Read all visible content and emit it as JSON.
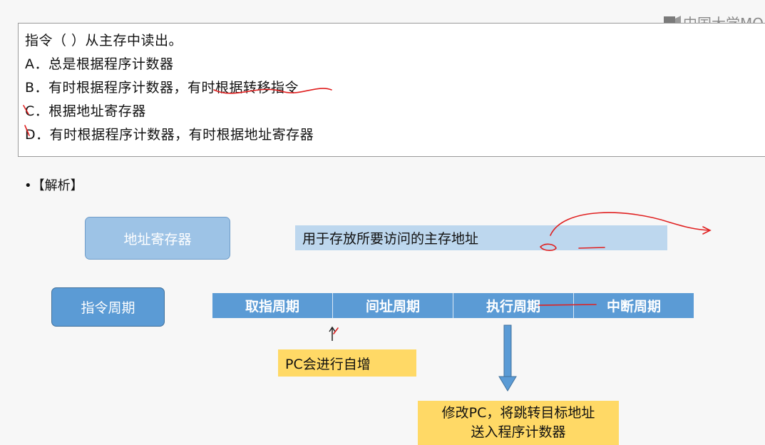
{
  "logo": {
    "text": "中国大学MO"
  },
  "question": {
    "stem": "指令（    ）从主存中读出。",
    "options": [
      "A．总是根据程序计数器",
      "B．有时根据程序计数器，有时根据转移指令",
      "C．根据地址寄存器",
      "D．有时根据程序计数器，有时根据地址寄存器"
    ]
  },
  "analysis": {
    "label": "•【解析】"
  },
  "diagram": {
    "address_register": "地址寄存器",
    "address_register_desc": "用于存放所要访问的主存地址",
    "instruction_cycle": "指令周期",
    "cycle_phases": [
      "取指周期",
      "间址周期",
      "执行周期",
      "中断周期"
    ],
    "pc_increment_note": "PC会进行自增",
    "modify_pc_note_line1": "修改PC，将跳转目标地址",
    "modify_pc_note_line2": "送入程序计数器"
  },
  "colors": {
    "light_blue": "#9dc3e6",
    "mid_blue": "#5b9bd5",
    "pale_blue": "#bdd7ee",
    "note_yellow": "#ffd966",
    "annotation_red": "#e02020"
  }
}
